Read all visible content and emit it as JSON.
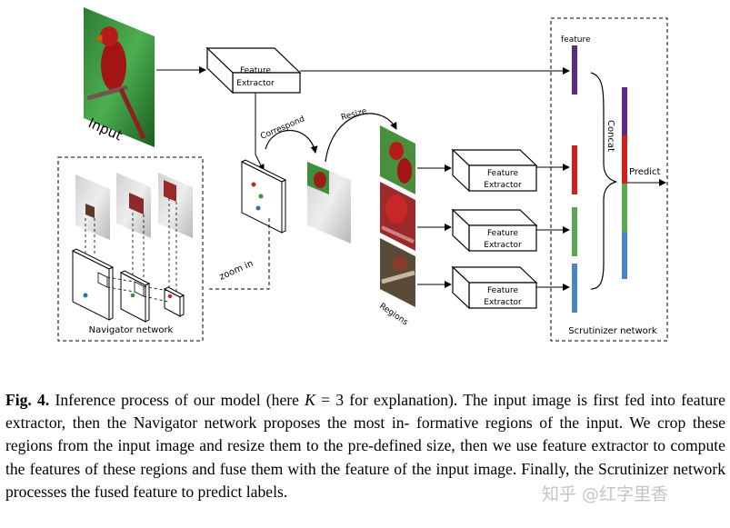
{
  "figure": {
    "input_label": "Input",
    "feature_extractor_label": [
      "Feature",
      "Extractor"
    ],
    "correspond_label": "Correspond",
    "resize_label": "Resize",
    "zoom_label": "zoom in",
    "regions_label": "Regions",
    "feature_label": "feature",
    "concat_label": "Concat",
    "predict_label": "Predict",
    "navigator_label": "Navigator network",
    "scrutinizer_label": "Scrutinizer network",
    "colors": {
      "feature_bar": "#5b2a86",
      "region_bar_1": "#d11f1f",
      "region_bar_2": "#58a94f",
      "region_bar_3": "#4a86c8",
      "dot_red": "#c62828",
      "dot_green": "#3e8e41",
      "dot_blue": "#1e74b8"
    }
  },
  "caption": {
    "label": "Fig. 4.",
    "line1_a": "Inference process of our model (here",
    "math_k": "K",
    "line1_b": "= 3 for explanation). The input image",
    "line2": "is first fed into feature extractor, then the Navigator network proposes the most in-",
    "line3": "formative regions of the input. We crop these regions from the input image and resize",
    "line4": "them to the pre-defined size, then we use feature extractor to compute the features of",
    "line5": "these regions and fuse them with the feature of the input image. Finally, the Scrutinizer",
    "line6": "network processes the fused feature to predict labels."
  },
  "watermark": "知乎 @红字里香"
}
